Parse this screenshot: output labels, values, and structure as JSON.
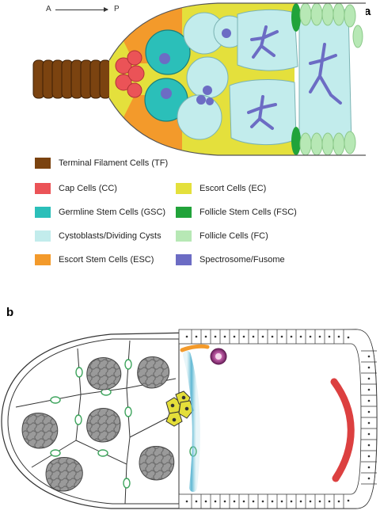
{
  "panels": {
    "a": "a",
    "b": "b"
  },
  "axis": {
    "start": "A",
    "end": "P"
  },
  "legend": [
    {
      "label": "Terminal Filament Cells (TF)",
      "color": "#7b4310"
    },
    {
      "label": "Cap Cells (CC)",
      "color": "#eb5357"
    },
    {
      "label": "Germline Stem Cells (GSC)",
      "color": "#2bbfb9"
    },
    {
      "label": "Cystoblasts/Dividing Cysts",
      "color": "#c2ecec"
    },
    {
      "label": "Escort Stem Cells (ESC)",
      "color": "#f39a2b"
    },
    {
      "label": "Escort Cells (EC)",
      "color": "#e4e03c"
    },
    {
      "label": "Follicle Stem Cells (FSC)",
      "color": "#21a33a"
    },
    {
      "label": "Follicle Cells (FC)",
      "color": "#b7e8b5"
    },
    {
      "label": "Spectrosome/Fusome",
      "color": "#6c6cc4"
    }
  ]
}
